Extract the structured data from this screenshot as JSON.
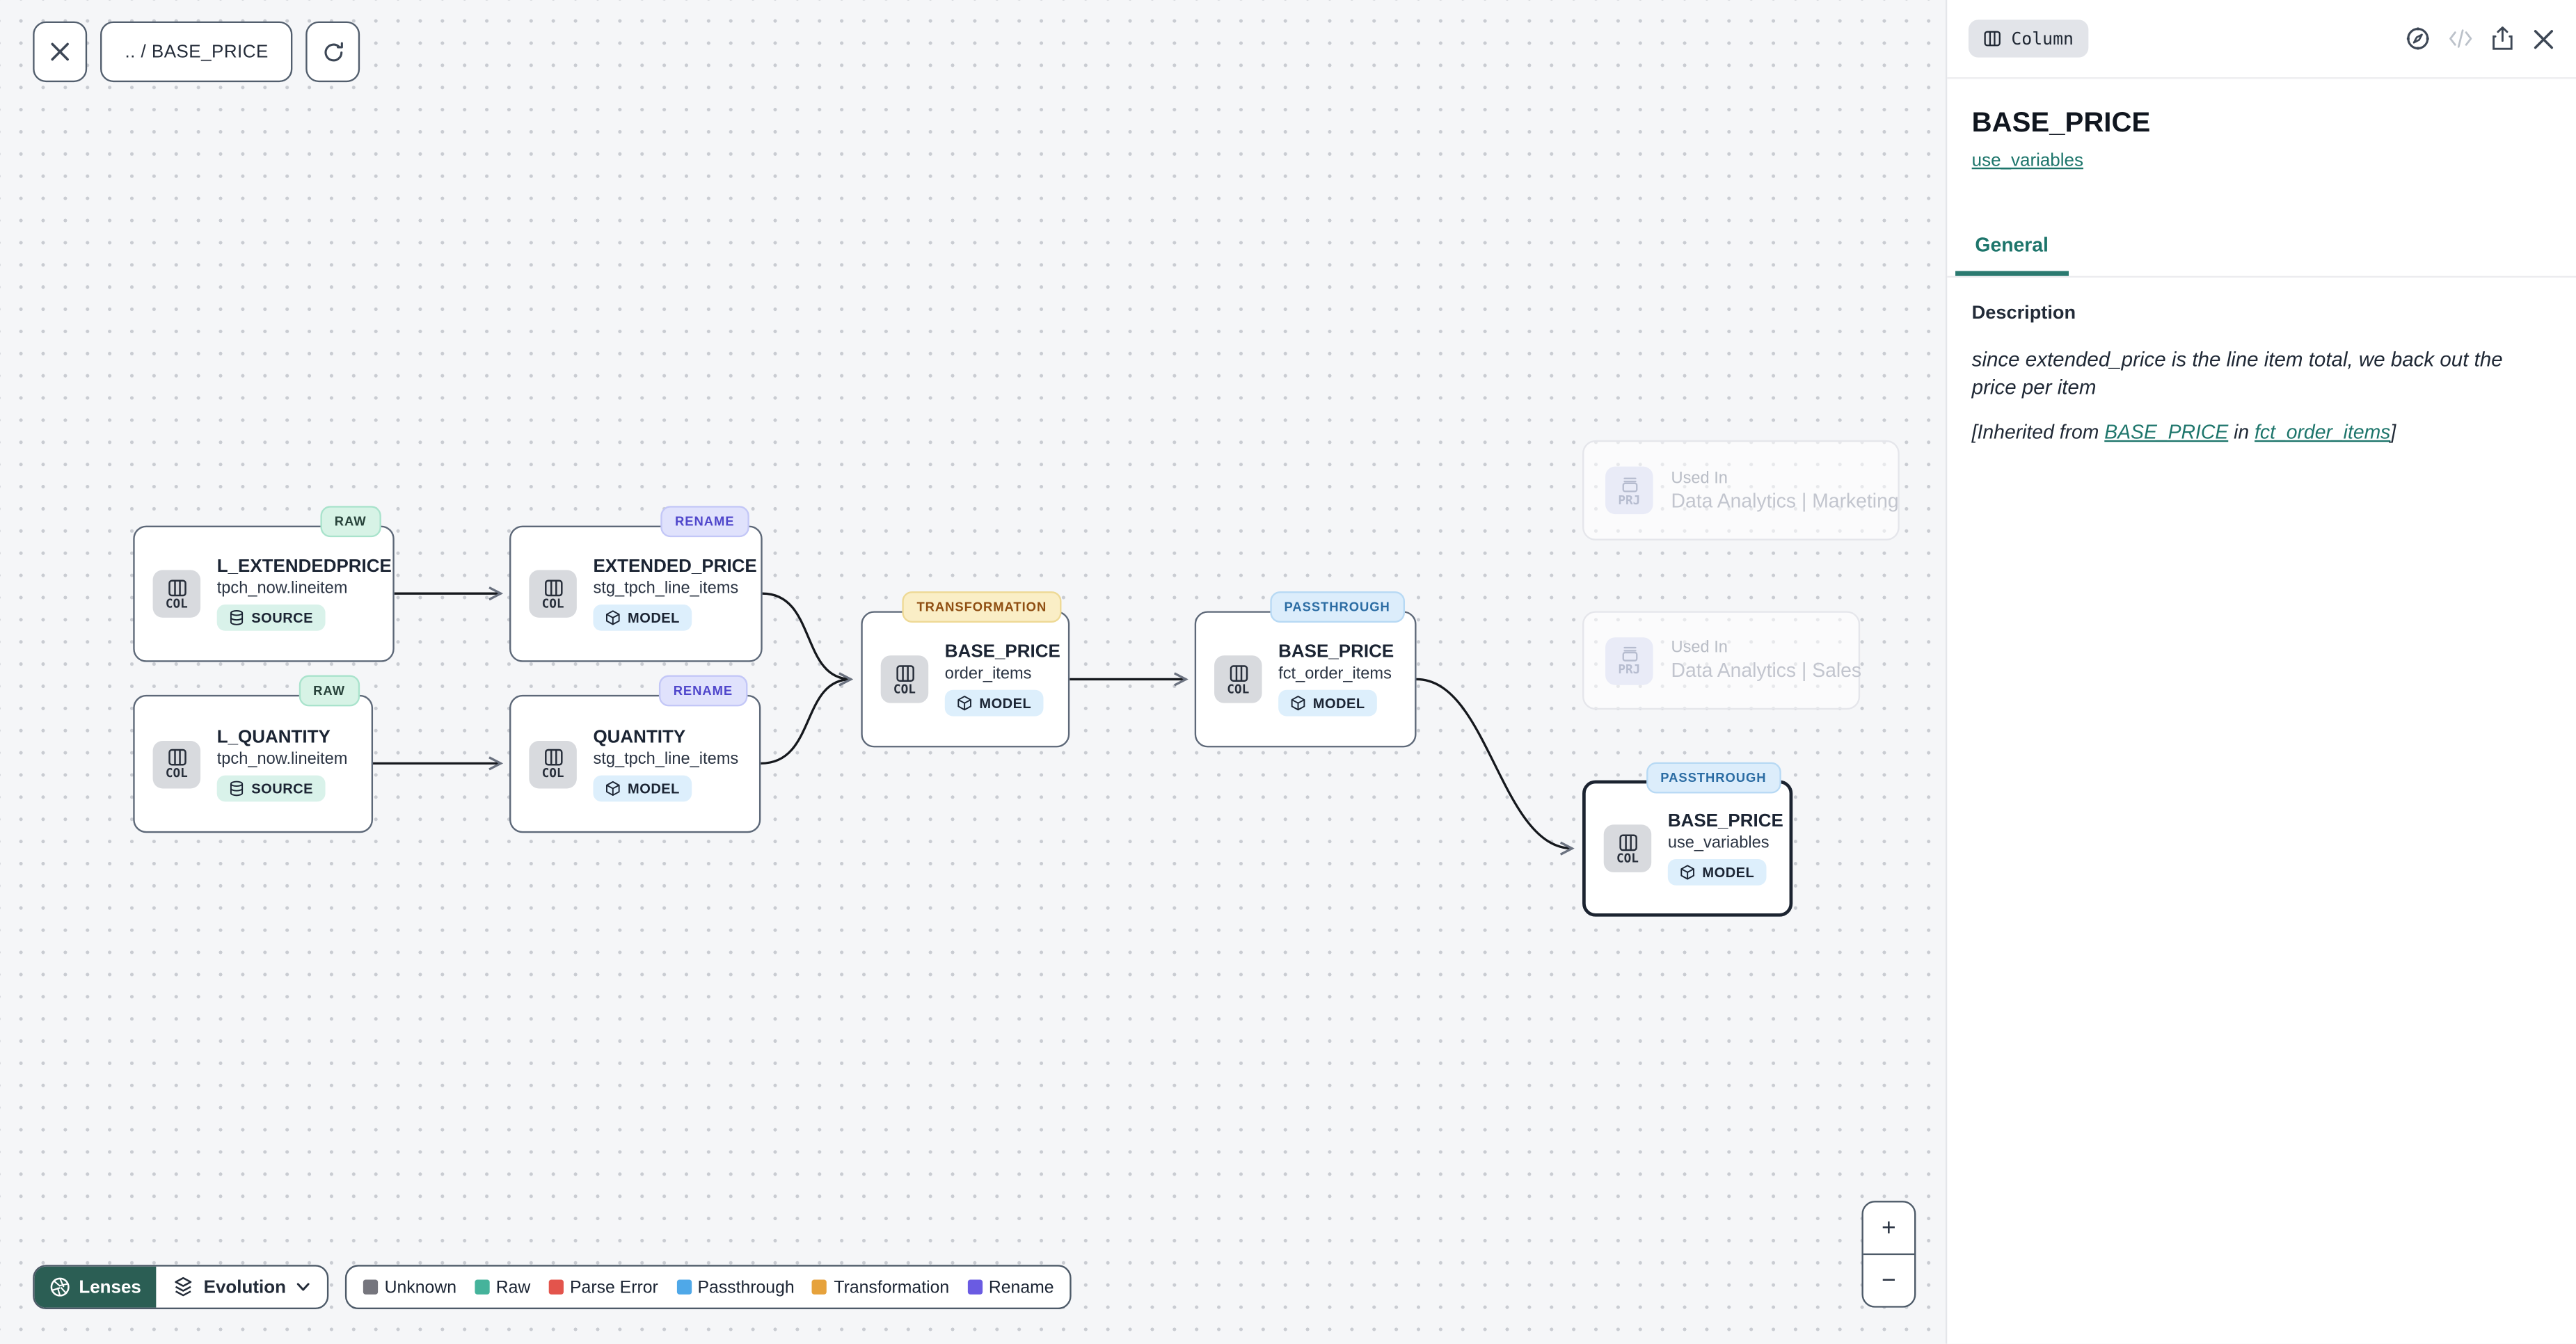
{
  "toolbar": {
    "breadcrumb": ".. / BASE_PRICE"
  },
  "nodes": [
    {
      "tag": "RAW",
      "title": "L_EXTENDEDPRICE",
      "subtitle": "tpch_now.lineitem",
      "badge": "SOURCE",
      "icon_label": "COL"
    },
    {
      "tag": "RENAME",
      "title": "EXTENDED_PRICE",
      "subtitle": "stg_tpch_line_items",
      "badge": "MODEL",
      "icon_label": "COL"
    },
    {
      "tag": "RAW",
      "title": "L_QUANTITY",
      "subtitle": "tpch_now.lineitem",
      "badge": "SOURCE",
      "icon_label": "COL"
    },
    {
      "tag": "RENAME",
      "title": "QUANTITY",
      "subtitle": "stg_tpch_line_items",
      "badge": "MODEL",
      "icon_label": "COL"
    },
    {
      "tag": "TRANSFORMATION",
      "title": "BASE_PRICE",
      "subtitle": "order_items",
      "badge": "MODEL",
      "icon_label": "COL"
    },
    {
      "tag": "PASSTHROUGH",
      "title": "BASE_PRICE",
      "subtitle": "fct_order_items",
      "badge": "MODEL",
      "icon_label": "COL"
    },
    {
      "tag": "PASSTHROUGH",
      "title": "BASE_PRICE",
      "subtitle": "use_variables",
      "badge": "MODEL",
      "icon_label": "COL"
    }
  ],
  "used_in": [
    {
      "label": "Used In",
      "name": "Data Analytics | Marketing",
      "icon_label": "PRJ"
    },
    {
      "label": "Used In",
      "name": "Data Analytics | Sales",
      "icon_label": "PRJ"
    }
  ],
  "lenses": {
    "button_label": "Lenses",
    "selected_lens": "Evolution"
  },
  "legend": {
    "items": [
      {
        "label": "Unknown",
        "color": "#75757d"
      },
      {
        "label": "Raw",
        "color": "#45b39b"
      },
      {
        "label": "Parse Error",
        "color": "#e3544c"
      },
      {
        "label": "Passthrough",
        "color": "#4fa8e8"
      },
      {
        "label": "Transformation",
        "color": "#e6a23c"
      },
      {
        "label": "Rename",
        "color": "#6a5be2"
      }
    ]
  },
  "zoom_controls": {
    "zoom_in": "+",
    "zoom_out": "−"
  },
  "panel": {
    "type_badge": "Column",
    "title": "BASE_PRICE",
    "subtitle_link": "use_variables",
    "tabs": [
      {
        "label": "General"
      }
    ],
    "description": {
      "heading": "Description",
      "body": "since extended_price is the line item total, we back out the price per item",
      "inherited_prefix": "[Inherited from ",
      "inherited_link_column": "BASE_PRICE",
      "inherited_middle": " in ",
      "inherited_link_model": "fct_order_items",
      "inherited_suffix": "]"
    }
  }
}
